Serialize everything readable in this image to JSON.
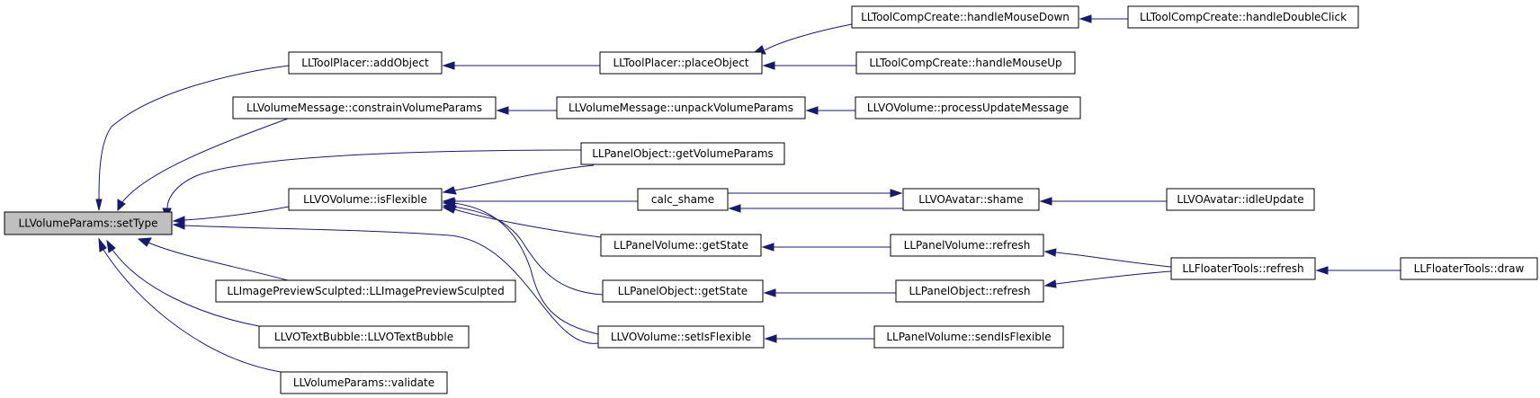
{
  "graph": {
    "nodes": [
      {
        "id": "n0",
        "label": "LLVolumeParams::setType",
        "root": true
      },
      {
        "id": "n1",
        "label": "LLToolPlacer::addObject"
      },
      {
        "id": "n2",
        "label": "LLToolPlacer::placeObject"
      },
      {
        "id": "n3",
        "label": "LLToolCompCreate::handleMouseDown"
      },
      {
        "id": "n4",
        "label": "LLToolCompCreate::handleDoubleClick"
      },
      {
        "id": "n5",
        "label": "LLToolCompCreate::handleMouseUp"
      },
      {
        "id": "n6",
        "label": "LLVolumeMessage::constrainVolumeParams"
      },
      {
        "id": "n7",
        "label": "LLVolumeMessage::unpackVolumeParams"
      },
      {
        "id": "n8",
        "label": "LLVOVolume::processUpdateMessage"
      },
      {
        "id": "n9",
        "label": "LLPanelObject::getVolumeParams"
      },
      {
        "id": "n10",
        "label": "LLVOVolume::isFlexible"
      },
      {
        "id": "n11",
        "label": "calc_shame"
      },
      {
        "id": "n12",
        "label": "LLVOAvatar::shame"
      },
      {
        "id": "n13",
        "label": "LLVOAvatar::idleUpdate"
      },
      {
        "id": "n14",
        "label": "LLPanelVolume::getState"
      },
      {
        "id": "n15",
        "label": "LLPanelVolume::refresh"
      },
      {
        "id": "n16",
        "label": "LLFloaterTools::refresh"
      },
      {
        "id": "n17",
        "label": "LLFloaterTools::draw"
      },
      {
        "id": "n18",
        "label": "LLPanelObject::getState"
      },
      {
        "id": "n19",
        "label": "LLPanelObject::refresh"
      },
      {
        "id": "n20",
        "label": "LLVOVolume::setIsFlexible"
      },
      {
        "id": "n21",
        "label": "LLPanelVolume::sendIsFlexible"
      },
      {
        "id": "n22",
        "label": "LLImagePreviewSculpted::LLImagePreviewSculpted"
      },
      {
        "id": "n23",
        "label": "LLVOTextBubble::LLVOTextBubble"
      },
      {
        "id": "n24",
        "label": "LLVolumeParams::validate"
      }
    ],
    "edges": [
      {
        "from": "n1",
        "to": "n0"
      },
      {
        "from": "n6",
        "to": "n0"
      },
      {
        "from": "n9",
        "to": "n0"
      },
      {
        "from": "n10",
        "to": "n0"
      },
      {
        "from": "n20",
        "to": "n0"
      },
      {
        "from": "n22",
        "to": "n0"
      },
      {
        "from": "n23",
        "to": "n0"
      },
      {
        "from": "n24",
        "to": "n0"
      },
      {
        "from": "n2",
        "to": "n1"
      },
      {
        "from": "n3",
        "to": "n2"
      },
      {
        "from": "n5",
        "to": "n2"
      },
      {
        "from": "n4",
        "to": "n3"
      },
      {
        "from": "n7",
        "to": "n6"
      },
      {
        "from": "n8",
        "to": "n7"
      },
      {
        "from": "n9",
        "to": "n10"
      },
      {
        "from": "n11",
        "to": "n10"
      },
      {
        "from": "n14",
        "to": "n10"
      },
      {
        "from": "n18",
        "to": "n10"
      },
      {
        "from": "n20",
        "to": "n10"
      },
      {
        "from": "n11",
        "to": "n12"
      },
      {
        "from": "n12",
        "to": "n11"
      },
      {
        "from": "n13",
        "to": "n12"
      },
      {
        "from": "n15",
        "to": "n14"
      },
      {
        "from": "n19",
        "to": "n18"
      },
      {
        "from": "n16",
        "to": "n15"
      },
      {
        "from": "n16",
        "to": "n19"
      },
      {
        "from": "n17",
        "to": "n16"
      },
      {
        "from": "n21",
        "to": "n20"
      }
    ]
  }
}
